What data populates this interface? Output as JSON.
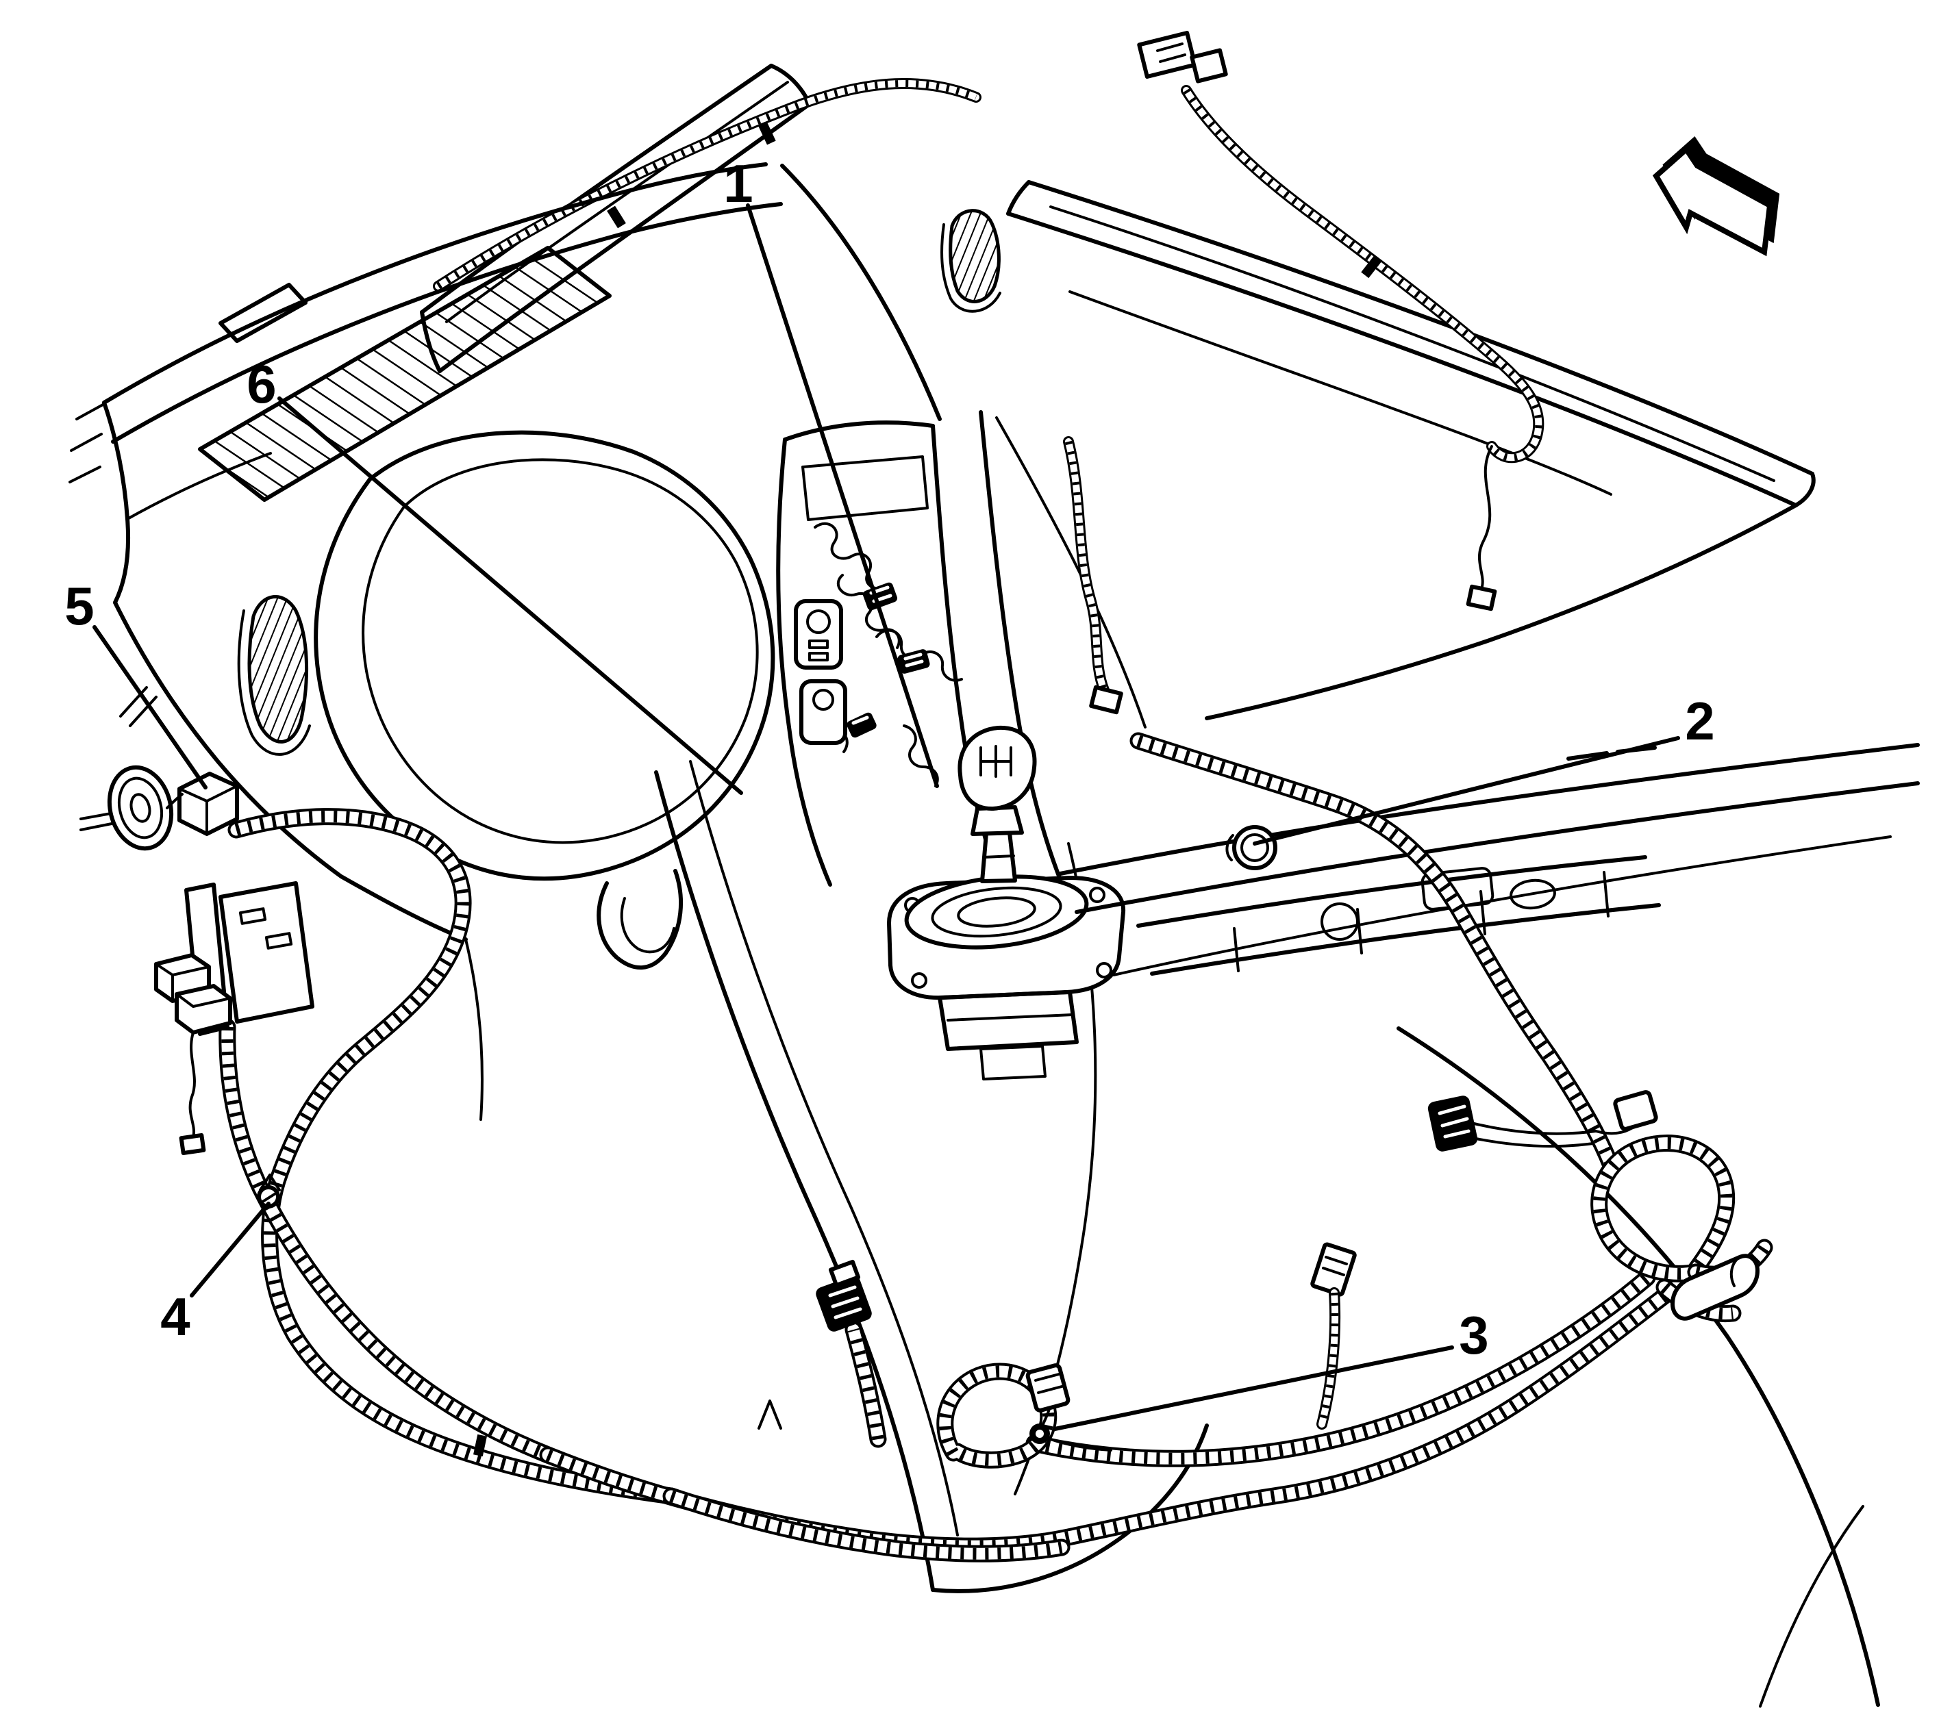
{
  "figure": {
    "background_color": "#ffffff",
    "line_color": "#000000",
    "description_style": "black-and-white technical line illustration"
  },
  "callouts": [
    {
      "label": "1"
    },
    {
      "label": "2"
    },
    {
      "label": "3"
    },
    {
      "label": "4"
    },
    {
      "label": "5"
    },
    {
      "label": "6"
    }
  ],
  "icons": [
    {
      "name": "front-of-vehicle-arrow-icon",
      "glyph": "⇖"
    }
  ]
}
